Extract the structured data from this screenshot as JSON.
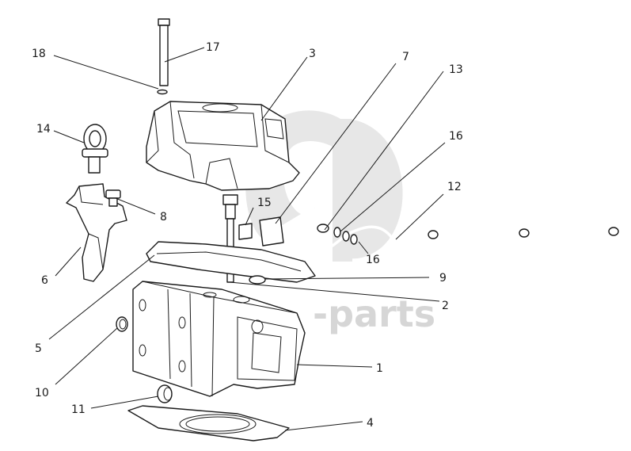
{
  "watermark": {
    "text": "-parts",
    "color": "#c8c8c8"
  },
  "colors": {
    "line": "#1a1a1a",
    "background": "#ffffff"
  },
  "callouts": [
    "1",
    "2",
    "3",
    "4",
    "5",
    "6",
    "7",
    "8",
    "9",
    "10",
    "11",
    "12",
    "13",
    "14",
    "15",
    "16",
    "16",
    "17",
    "18"
  ]
}
